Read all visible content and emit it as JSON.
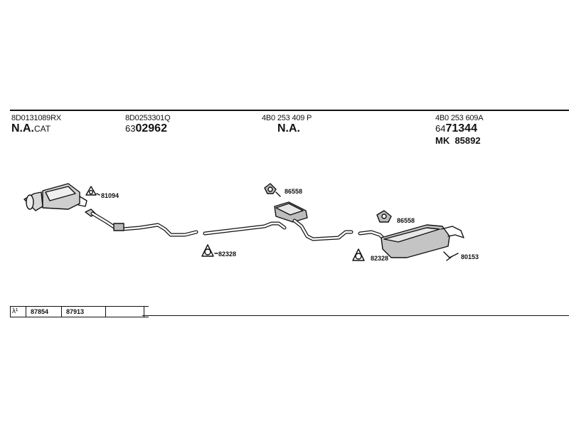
{
  "parts": [
    {
      "number": "8D0131089RX",
      "big": "N.A.",
      "big_small": "CAT"
    },
    {
      "number": "8D0253301Q",
      "prefix": "63",
      "big": "02962"
    },
    {
      "number": "4B0 253 409 P",
      "big": "N.A."
    },
    {
      "number": "4B0 253 609A",
      "prefix": "64",
      "big": "71344",
      "mk_label": "MK",
      "mk_value": "85892"
    }
  ],
  "callouts": {
    "c81094": "81094",
    "c82328a": "82328",
    "c86558a": "86558",
    "c86558b": "86558",
    "c82328b": "82328",
    "c80153": "80153"
  },
  "footer": {
    "lambda": "λ¹",
    "v1": "87854",
    "v2": "87913"
  }
}
